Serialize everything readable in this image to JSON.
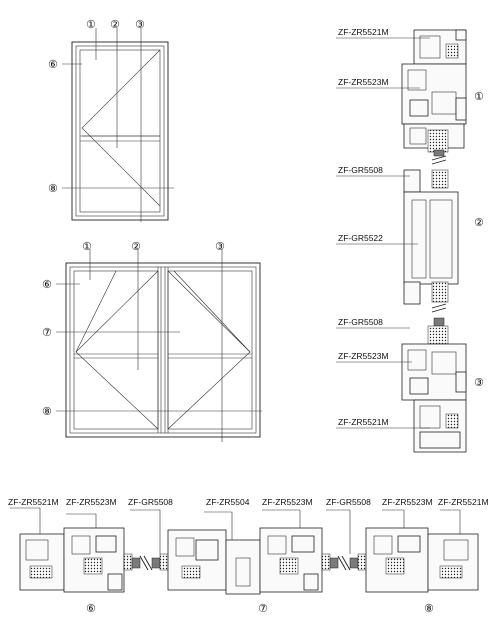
{
  "window_single": {
    "markers": [
      "①",
      "②",
      "③",
      "⑥",
      "⑧"
    ]
  },
  "window_double": {
    "markers": [
      "①",
      "②",
      "③",
      "⑥",
      "⑦",
      "⑧"
    ]
  },
  "vertical_section": {
    "labels": [
      "ZF-ZR5521M",
      "ZF-ZR5523M",
      "ZF-GR5508",
      "ZF-GR5522",
      "ZF-GR5508",
      "ZF-ZR5523M",
      "ZF-ZR5521M"
    ],
    "markers": [
      "①",
      "②",
      "③"
    ]
  },
  "horizontal_section": {
    "labels": [
      "ZF-ZR5521M",
      "ZF-ZR5523M",
      "ZF-GR5508",
      "ZF-ZR5504",
      "ZF-ZR5523M",
      "ZF-GR5508",
      "ZF-ZR5523M",
      "ZF-ZR5521M"
    ],
    "markers": [
      "⑥",
      "⑦",
      "⑧"
    ]
  }
}
